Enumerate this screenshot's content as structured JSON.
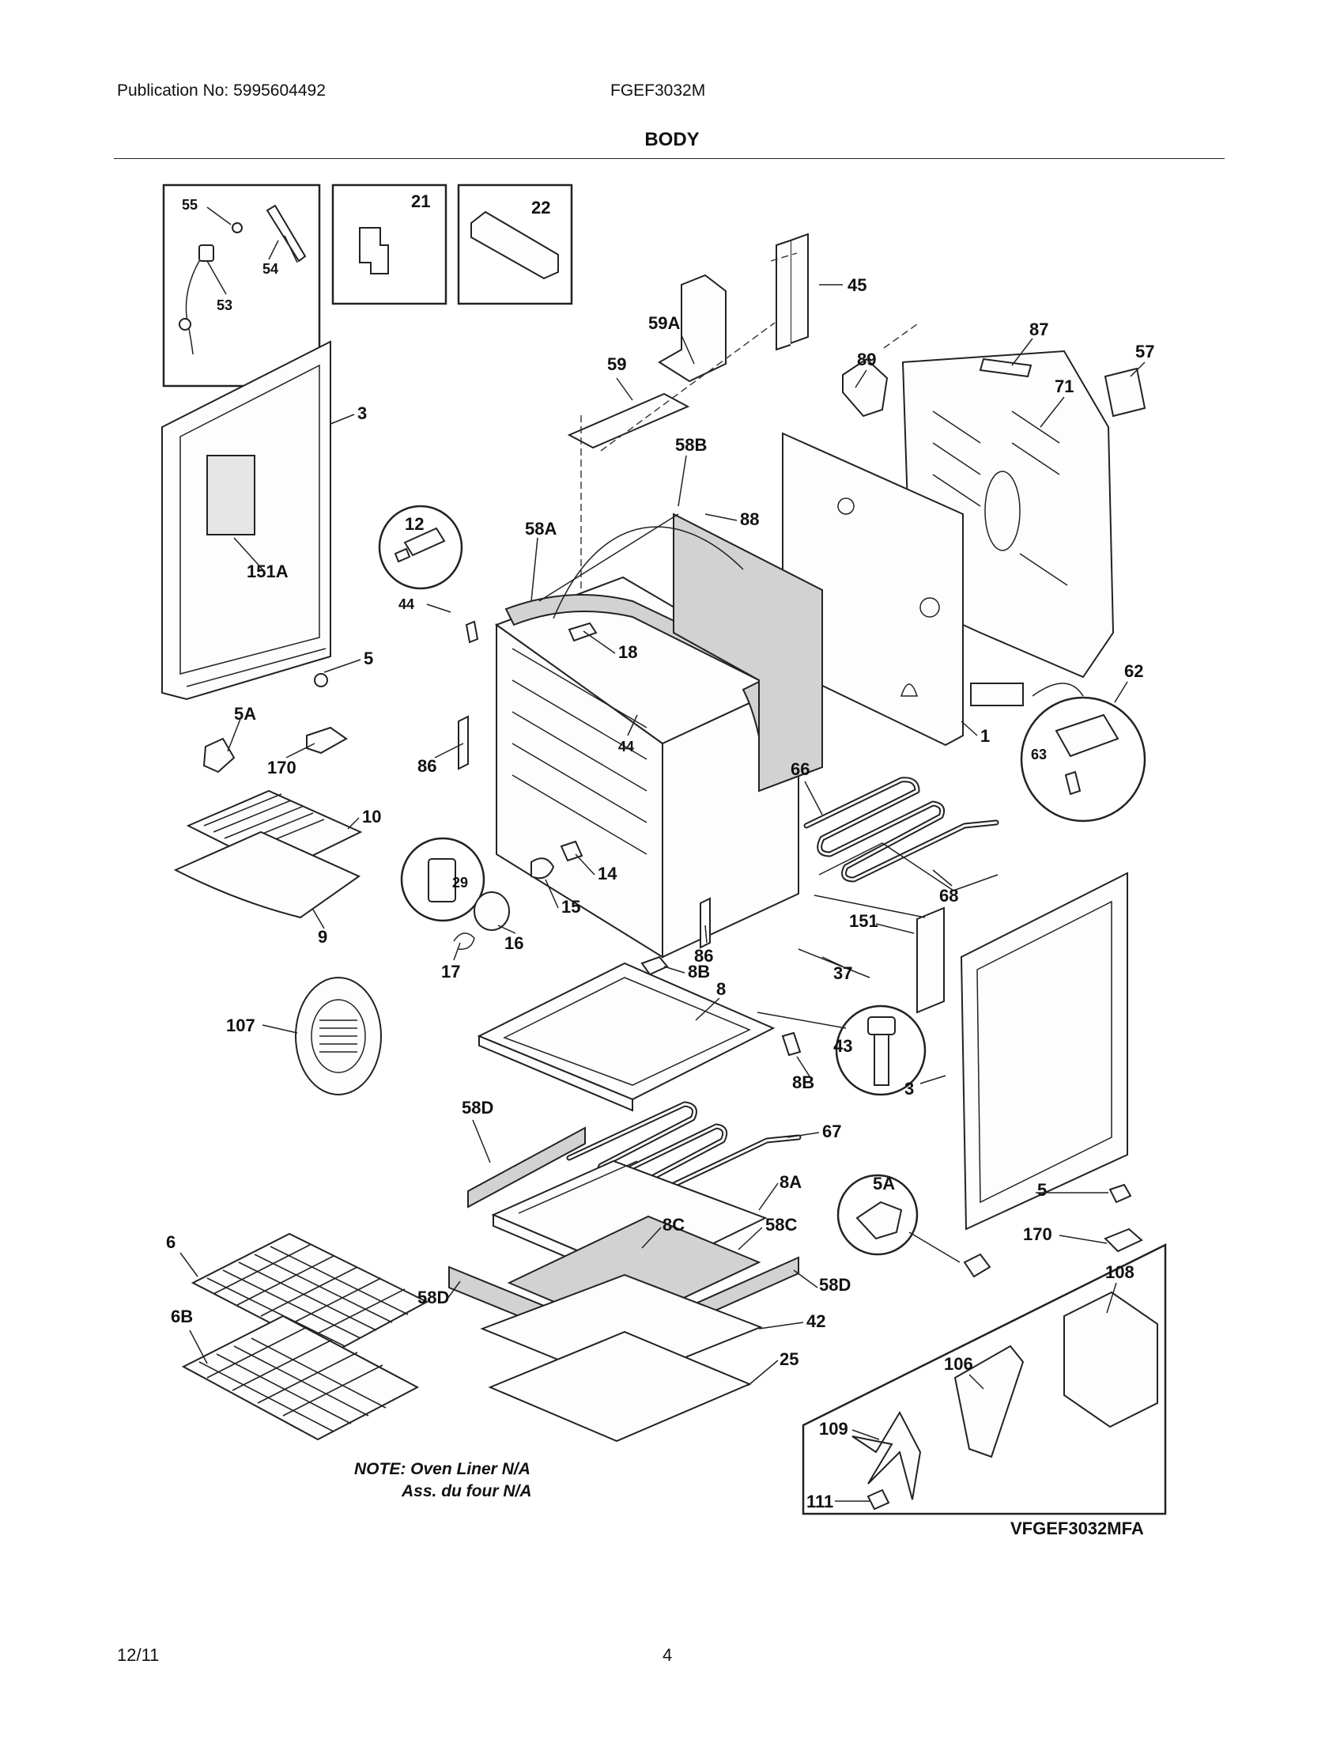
{
  "header": {
    "publication": "Publication No: 5995604492",
    "model": "FGEF3032M"
  },
  "section_title": "BODY",
  "footer": {
    "date": "12/11",
    "page": "4"
  },
  "notes": {
    "line1": "NOTE: Oven Liner N/A",
    "line2": "Ass. du four N/A"
  },
  "inset_code": "VFGEF3032MFA",
  "parts": [
    {
      "id": "p55",
      "label": "55"
    },
    {
      "id": "p54",
      "label": "54"
    },
    {
      "id": "p53",
      "label": "53"
    },
    {
      "id": "p21",
      "label": "21"
    },
    {
      "id": "p22",
      "label": "22"
    },
    {
      "id": "p45",
      "label": "45"
    },
    {
      "id": "p59A",
      "label": "59A"
    },
    {
      "id": "p87",
      "label": "87"
    },
    {
      "id": "p57",
      "label": "57"
    },
    {
      "id": "p59",
      "label": "59"
    },
    {
      "id": "p89",
      "label": "89"
    },
    {
      "id": "p71",
      "label": "71"
    },
    {
      "id": "p3a",
      "label": "3"
    },
    {
      "id": "p58B",
      "label": "58B"
    },
    {
      "id": "p88",
      "label": "88"
    },
    {
      "id": "p12",
      "label": "12"
    },
    {
      "id": "p58A",
      "label": "58A"
    },
    {
      "id": "p151A",
      "label": "151A"
    },
    {
      "id": "p44a",
      "label": "44"
    },
    {
      "id": "p18",
      "label": "18"
    },
    {
      "id": "p5a",
      "label": "5"
    },
    {
      "id": "p62",
      "label": "62"
    },
    {
      "id": "p5Aa",
      "label": "5A"
    },
    {
      "id": "p1",
      "label": "1"
    },
    {
      "id": "p63",
      "label": "63"
    },
    {
      "id": "p170a",
      "label": "170"
    },
    {
      "id": "p86a",
      "label": "86"
    },
    {
      "id": "p44b",
      "label": "44"
    },
    {
      "id": "p66",
      "label": "66"
    },
    {
      "id": "p10",
      "label": "10"
    },
    {
      "id": "p29",
      "label": "29"
    },
    {
      "id": "p14",
      "label": "14"
    },
    {
      "id": "p15",
      "label": "15"
    },
    {
      "id": "p68",
      "label": "68"
    },
    {
      "id": "p9",
      "label": "9"
    },
    {
      "id": "p86b",
      "label": "86"
    },
    {
      "id": "p16",
      "label": "16"
    },
    {
      "id": "p151",
      "label": "151"
    },
    {
      "id": "p17",
      "label": "17"
    },
    {
      "id": "p8B",
      "label": "8B"
    },
    {
      "id": "p37",
      "label": "37"
    },
    {
      "id": "p8",
      "label": "8"
    },
    {
      "id": "p107",
      "label": "107"
    },
    {
      "id": "p43",
      "label": "43"
    },
    {
      "id": "p8Bb",
      "label": "8B"
    },
    {
      "id": "p3b",
      "label": "3"
    },
    {
      "id": "p58Da",
      "label": "58D"
    },
    {
      "id": "p67",
      "label": "67"
    },
    {
      "id": "p8A",
      "label": "8A"
    },
    {
      "id": "p5Ab",
      "label": "5A"
    },
    {
      "id": "p5b",
      "label": "5"
    },
    {
      "id": "p8C",
      "label": "8C"
    },
    {
      "id": "p6",
      "label": "6"
    },
    {
      "id": "p58C",
      "label": "58C"
    },
    {
      "id": "p170b",
      "label": "170"
    },
    {
      "id": "p58Db",
      "label": "58D"
    },
    {
      "id": "p58Dc",
      "label": "58D"
    },
    {
      "id": "p108",
      "label": "108"
    },
    {
      "id": "p6B",
      "label": "6B"
    },
    {
      "id": "p42",
      "label": "42"
    },
    {
      "id": "p25",
      "label": "25"
    },
    {
      "id": "p106",
      "label": "106"
    },
    {
      "id": "p109",
      "label": "109"
    },
    {
      "id": "p111",
      "label": "111"
    }
  ]
}
